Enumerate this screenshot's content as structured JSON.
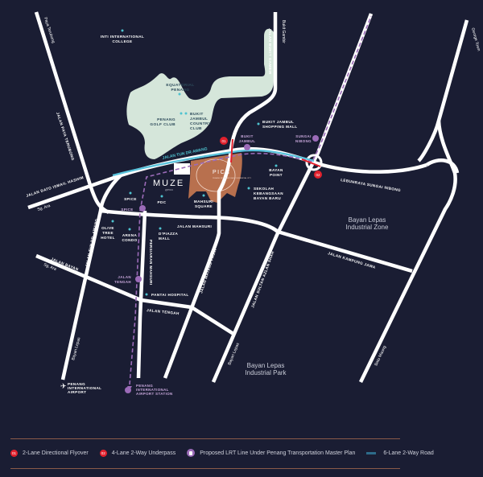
{
  "map": {
    "development": {
      "name": "PICC",
      "subtitle": "PENANG INTERNATIONAL COMMERCIAL CITY"
    },
    "building": {
      "name": "MUZE",
      "subtitle": "@PICC"
    },
    "zones": [
      {
        "line1": "Bayan Lepas",
        "line2": "Industrial Zone"
      },
      {
        "line1": "Bayan Lepas",
        "line2": "Industrial Park"
      }
    ],
    "roads": {
      "paya_terubong": "JALAN PAYA TERUBONG",
      "bukit_gambir": "JALAN BUKIT GAMBIR",
      "tun_dr_awang": "JALAN TUN DR AWANG",
      "tun_dr_awang_2": "JALAN TUN DR. AWANG",
      "dato_ismail_hashim": "JALAN DATO ISMAIL HASHIM",
      "mahsuri": "JALAN MAHSURI",
      "persiaran_mahsuri": "PERSIARAN MAHSURI",
      "bayan": "JALAN BAYAN",
      "tengah": "JALAN TENGAH",
      "mayang_pasir": "JALAN MAYANG PASIR",
      "sultan_azlan_shah": "JALAN SULTAN AZLAN SHAH",
      "kampung_jawa": "JALAN KAMPUNG JAWA",
      "sungai_nibong": "LEBUHRAYA SUNGAI NIBONG"
    },
    "directions": {
      "paya_terubong": "Paya Terubong",
      "bukit_gambir": "Bukit Gambir",
      "george_town": "George Town",
      "sg_ara_1": "Sg. Ara",
      "sg_ara_2": "Sg. Ara",
      "bayan_lepas_1": "Bayan Lepas",
      "bayan_lepas_2": "Bayan Lepas",
      "batu_maung": "Batu Maung"
    },
    "landmarks": {
      "inti_1": "INTI INTERNATIONAL",
      "inti_2": "COLLEGE",
      "equatorial_1": "EQUATORIAL",
      "equatorial_2": "PENANG",
      "golf_1": "PENANG",
      "golf_2": "GOLF CLUB",
      "bukit_jambul_cc_1": "BUKIT",
      "bukit_jambul_cc_2": "JAMBUL",
      "bukit_jambul_cc_3": "COUNTRY",
      "bukit_jambul_cc_4": "CLUB",
      "bj_mall_1": "BUKIT JAMBUL",
      "bj_mall_2": "SHOPPING MALL",
      "bayan_point_1": "BAYAN",
      "bayan_point_2": "POINT",
      "sekolah_1": "SEKOLAH",
      "sekolah_2": "KEBANGSAAN",
      "sekolah_3": "BAYAN BARU",
      "spice": "SPICE",
      "pdc": "PDC",
      "mahsuri_sq_1": "MAHSURI",
      "mahsuri_sq_2": "SQUARE",
      "olive_1": "OLIVE",
      "olive_2": "TREE",
      "olive_3": "HOTEL",
      "arena_1": "ARENA",
      "arena_2": "CONDO",
      "dpiazza_1": "D'PIAZZA",
      "dpiazza_2": "MALL",
      "pantai": "PANTAI HOSPITAL",
      "airport_1": "PENANG",
      "airport_2": "INTERNATIONAL",
      "airport_3": "AIRPORT"
    },
    "lrt_stations": {
      "bukit_jambul_1": "BUKIT",
      "bukit_jambul_2": "JAMBUL",
      "sungai_nibong_1": "SUNGAI",
      "sungai_nibong_2": "NIBONG",
      "spice": "SPICE",
      "jalan_tengah_1": "JALAN",
      "jalan_tengah_2": "TENGAH",
      "airport_1": "PENANG",
      "airport_2": "INTERNATIONAL",
      "airport_3": "AIRPORT STATION"
    },
    "markers": {
      "flyover": "01",
      "underpass": "02"
    }
  },
  "legend": {
    "items": [
      {
        "badge": "01",
        "label": "2-Lane Directional Flyover"
      },
      {
        "badge": "02",
        "label": "4-Lane 2-Way Underpass"
      },
      {
        "label": "Proposed LRT Line Under Penang Transportation Master Plan"
      },
      {
        "label": "6-Lane 2-Way Road"
      }
    ]
  },
  "colors": {
    "background": "#1a1d33",
    "hill": "#d5e6da",
    "picc": "#b8704e",
    "lrt": "#9b6bb8",
    "six_lane": "#59c3dc",
    "marker": "#e1202c",
    "landmark_dot": "#4ec3d0"
  }
}
